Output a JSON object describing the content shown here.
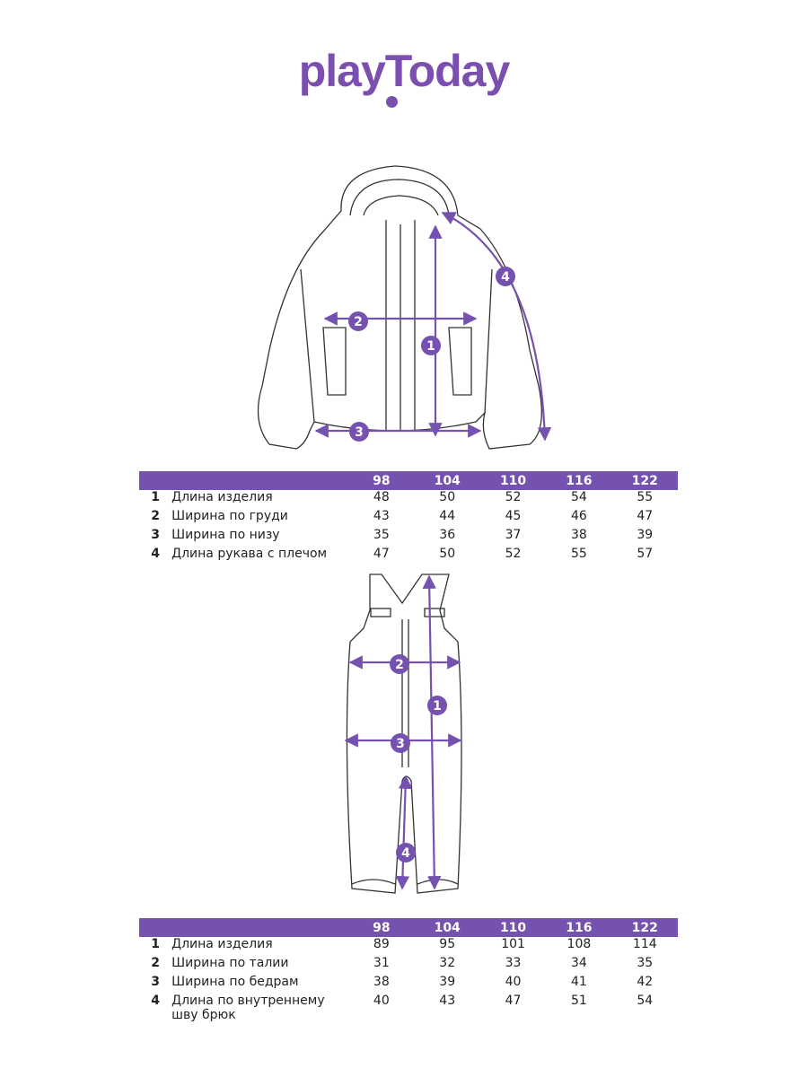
{
  "brand": "playToday",
  "colors": {
    "accent": "#7551b0",
    "line": "#333333"
  },
  "jacket_table": {
    "sizes": [
      "98",
      "104",
      "110",
      "116",
      "122"
    ],
    "rows": [
      {
        "num": "1",
        "label": "Длина изделия",
        "values": [
          "48",
          "50",
          "52",
          "54",
          "55"
        ]
      },
      {
        "num": "2",
        "label": "Ширина по груди",
        "values": [
          "43",
          "44",
          "45",
          "46",
          "47"
        ]
      },
      {
        "num": "3",
        "label": "Ширина по низу",
        "values": [
          "35",
          "36",
          "37",
          "38",
          "39"
        ]
      },
      {
        "num": "4",
        "label": "Длина рукава с плечом",
        "values": [
          "47",
          "50",
          "52",
          "55",
          "57"
        ]
      }
    ]
  },
  "overalls_table": {
    "sizes": [
      "98",
      "104",
      "110",
      "116",
      "122"
    ],
    "rows": [
      {
        "num": "1",
        "label": "Длина изделия",
        "values": [
          "89",
          "95",
          "101",
          "108",
          "114"
        ]
      },
      {
        "num": "2",
        "label": "Ширина по талии",
        "values": [
          "31",
          "32",
          "33",
          "34",
          "35"
        ]
      },
      {
        "num": "3",
        "label": "Ширина по бедрам",
        "values": [
          "38",
          "39",
          "40",
          "41",
          "42"
        ]
      },
      {
        "num": "4",
        "label": "Длина по внутреннему шву брюк",
        "values": [
          "40",
          "43",
          "47",
          "51",
          "54"
        ]
      }
    ]
  },
  "jacket_markers": [
    "1",
    "2",
    "3",
    "4"
  ],
  "overalls_markers": [
    "1",
    "2",
    "3",
    "4"
  ]
}
